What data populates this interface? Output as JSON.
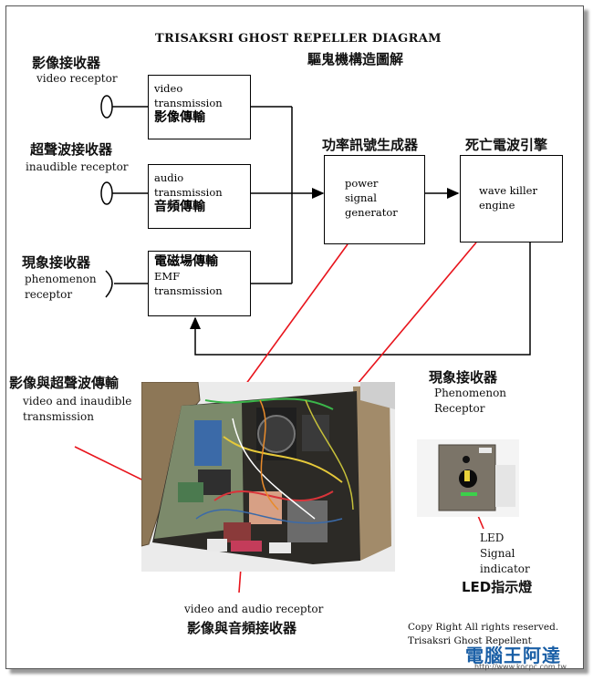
{
  "header": {
    "title_en": "TRISAKSRI GHOST REPELLER DIAGRAM",
    "title_zh": "驅鬼機構造圖解"
  },
  "receptors": {
    "video": {
      "zh": "影像接收器",
      "en": "video receptor"
    },
    "inaudible": {
      "zh": "超聲波接收器",
      "en": "inaudible receptor"
    },
    "phenomenon": {
      "zh": "現象接收器",
      "en_1": "phenomenon",
      "en_2": "receptor"
    }
  },
  "boxes": {
    "video_tx": {
      "en_1": "video",
      "en_2": "transmission",
      "zh": "影像傳輸"
    },
    "audio_tx": {
      "en_1": "audio",
      "en_2": "transmission",
      "zh": "音頻傳輸"
    },
    "emf_tx": {
      "zh": "電磁場傳輸",
      "en_1": "EMF",
      "en_2": "transmission"
    },
    "power": {
      "zh": "功率訊號生成器",
      "en_1": "power",
      "en_2": "signal",
      "en_3": "generator"
    },
    "killer": {
      "zh": "死亡電波引擎",
      "en_1": "wave killer",
      "en_2": "engine"
    }
  },
  "photo_labels": {
    "vi_tx": {
      "zh": "影像與超聲波傳輸",
      "en_1": "video and inaudible",
      "en_2": "transmission"
    },
    "pheno": {
      "zh": "現象接收器",
      "en_1": "Phenomenon",
      "en_2": "Receptor"
    },
    "led": {
      "en_1": "LED",
      "en_2": "Signal",
      "en_3": "indicator",
      "zh": "LED指示燈"
    },
    "va_rx": {
      "en": "video and audio receptor",
      "zh": "影像與音頻接收器"
    }
  },
  "footer": {
    "copyright": "Copy Right All rights reserved.",
    "name": "Trisaksri Ghost Repellent",
    "logo": "電腦王阿達",
    "logo_url": "http://www.kocpc.com.tw"
  },
  "colors": {
    "line": "#000000",
    "red_arrow": "#e8141c",
    "logo": "#1a5fa6"
  }
}
